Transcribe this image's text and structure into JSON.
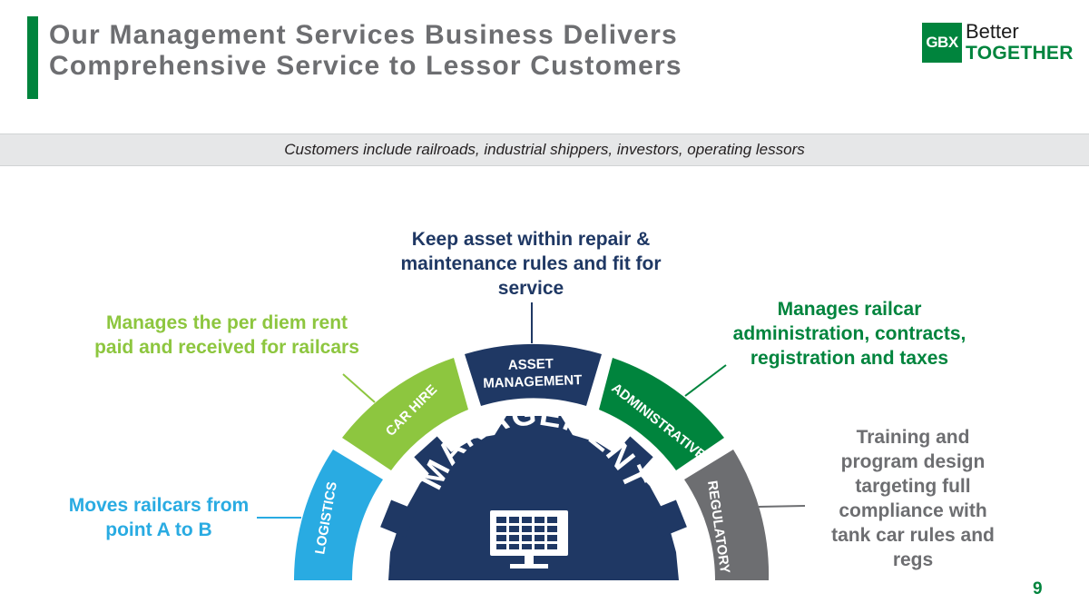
{
  "header": {
    "title_line1": "Our Management Services Business Delivers",
    "title_line2": "Comprehensive Service to Lessor Customers"
  },
  "logo": {
    "mark": "GBX",
    "word1": "Better",
    "word2": "TOGETHER"
  },
  "band": {
    "text": "Customers include railroads, industrial shippers, investors, operating lessors"
  },
  "diagram": {
    "center_label": "MANAGEMENT",
    "segments": {
      "logistics": {
        "label": "LOGISTICS",
        "color": "#29abe2"
      },
      "car_hire": {
        "label": "CAR HIRE",
        "color": "#8dc63f"
      },
      "asset_management": {
        "label_line1": "ASSET",
        "label_line2": "MANAGEMENT",
        "color": "#1f3864"
      },
      "administrative": {
        "label": "ADMINISTRATIVE",
        "color": "#00843d"
      },
      "regulatory": {
        "label": "REGULATORY",
        "color": "#6d6e71"
      }
    },
    "gear_color": "#1f3864",
    "callouts": {
      "asset_management": "Keep asset within repair & maintenance rules and fit for service",
      "car_hire": "Manages the per diem rent paid and received for railcars",
      "administrative": "Manages railcar administration, contracts, registration and taxes",
      "logistics": "Moves railcars from point A to B",
      "regulatory": "Training and program design targeting full compliance with tank car rules and regs"
    }
  },
  "footer": {
    "page_number": "9"
  }
}
